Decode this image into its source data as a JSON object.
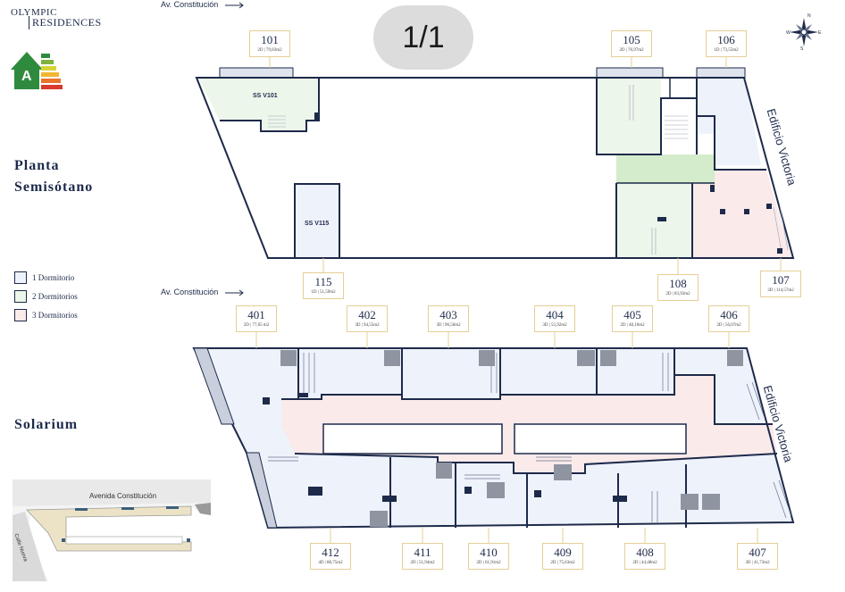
{
  "brand": {
    "line1": "OLYMPIC",
    "line2": "RESIDENCES"
  },
  "page_badge": "1/1",
  "streets": {
    "top": "Av. Constitución",
    "middle": "Av. Constitución"
  },
  "sections": {
    "semisotano": [
      "Planta",
      "Semisótano"
    ],
    "solarium": "Solarium"
  },
  "legend": [
    {
      "label": "1 Dormitorio",
      "color": "#eef2fb"
    },
    {
      "label": "2 Dormitorios",
      "color": "#edf6ea"
    },
    {
      "label": "3 Dormitorios",
      "color": "#faeaea"
    }
  ],
  "rooms": {
    "ss_v101": "SS V101",
    "ss_v115": "SS V115"
  },
  "edificio": "Edificio Victoria",
  "energy_rating": "A",
  "units_top": [
    {
      "num": "101",
      "info": "2D | 79,83m2"
    },
    {
      "num": "105",
      "info": "2D | 76,97m2"
    },
    {
      "num": "106",
      "info": "1D | 73,55m2"
    },
    {
      "num": "115",
      "info": "1D | 51,59m2"
    },
    {
      "num": "108",
      "info": "2D | 83,93m2"
    },
    {
      "num": "107",
      "info": "3D | 114,57m2"
    }
  ],
  "units_solarium": [
    {
      "num": "401",
      "info": "2D | 77,05 m2"
    },
    {
      "num": "402",
      "info": "3D | 94,55m2"
    },
    {
      "num": "403",
      "info": "3D | 96,56m2"
    },
    {
      "num": "404",
      "info": "3D | 55,92m2"
    },
    {
      "num": "405",
      "info": "2D | 48,10m2"
    },
    {
      "num": "406",
      "info": "2D | 56,07m2"
    },
    {
      "num": "412",
      "info": "4D | 88,75m2"
    },
    {
      "num": "411",
      "info": "2D | 51,94m2"
    },
    {
      "num": "410",
      "info": "2D | 61,91m2"
    },
    {
      "num": "409",
      "info": "2D | 75,63m2"
    },
    {
      "num": "408",
      "info": "2D | 44,48m2"
    },
    {
      "num": "407",
      "info": "3D | 41,73m2"
    }
  ],
  "keyplan": {
    "street": "Avenida Constitución",
    "side": "Calle Nueva"
  }
}
